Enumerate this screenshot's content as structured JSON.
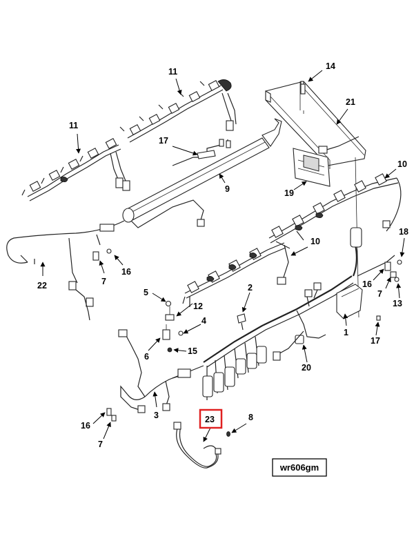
{
  "diagram": {
    "callouts": {
      "c11a": "11",
      "c11b": "11",
      "c14": "14",
      "c21": "21",
      "c17a": "17",
      "c9": "9",
      "c10a": "10",
      "c19": "19",
      "c18": "18",
      "c10b": "10",
      "c22": "22",
      "c7a": "7",
      "c16a": "16",
      "c16b": "16",
      "c7b": "7",
      "c13": "13",
      "c2": "2",
      "c5": "5",
      "c12": "12",
      "c4": "4",
      "c6": "6",
      "c15": "15",
      "c1": "1",
      "c17b": "17",
      "c20": "20",
      "c3": "3",
      "c16c": "16",
      "c7c": "7",
      "c23": "23",
      "c8": "8"
    },
    "highlighted_callout": "23",
    "highlight_color": "#e02020",
    "figure_code": "wr606gm"
  }
}
